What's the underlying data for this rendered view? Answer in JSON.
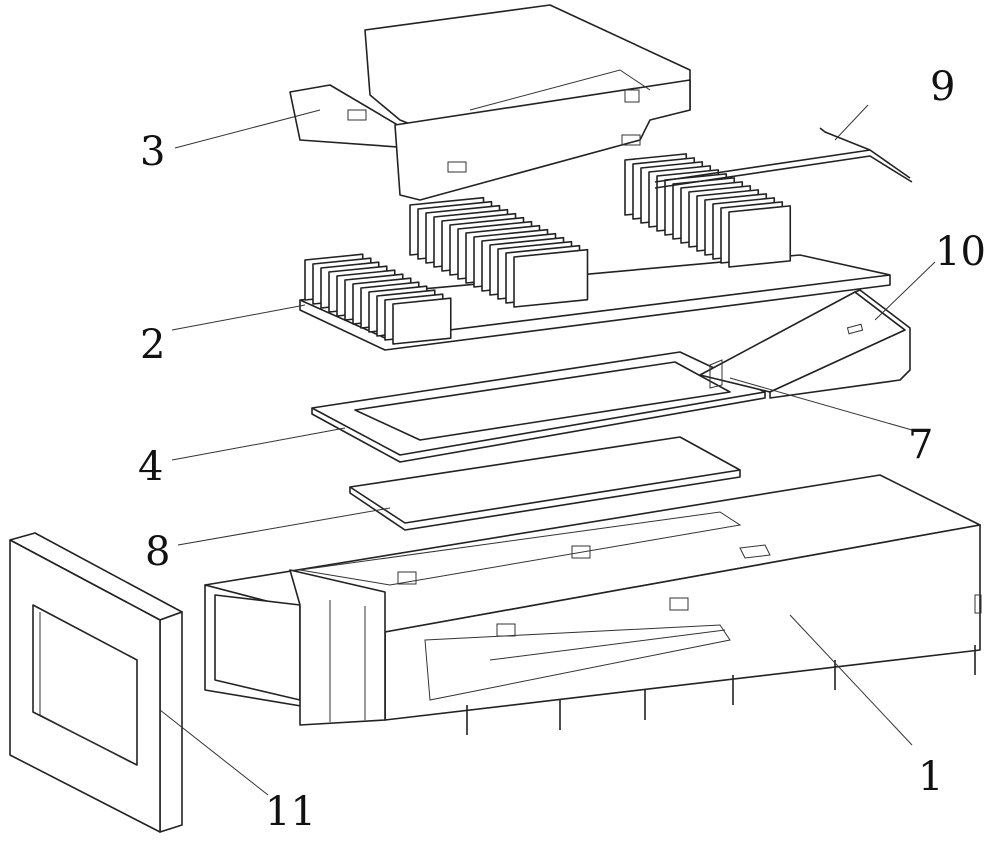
{
  "figure": {
    "labels": {
      "part1": "1",
      "part2": "2",
      "part3": "3",
      "part4": "4",
      "part7": "7",
      "part8": "8",
      "part9": "9",
      "part10": "10",
      "part11": "11"
    },
    "line_color": "#222222",
    "background": "#ffffff"
  }
}
